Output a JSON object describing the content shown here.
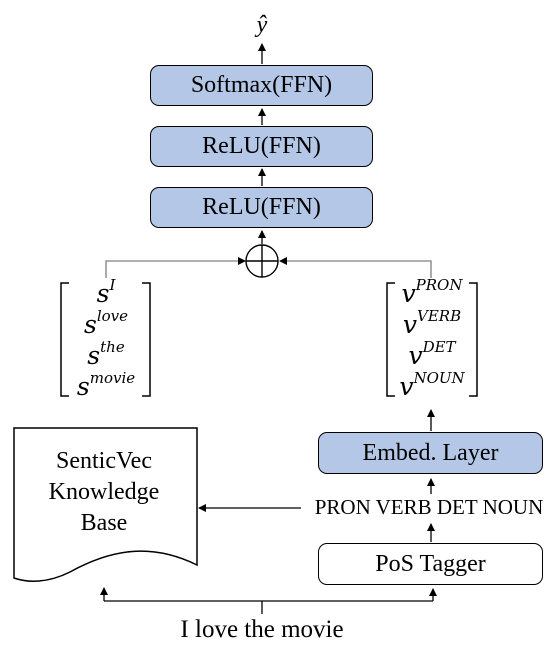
{
  "output_symbol": "ŷ",
  "layers": {
    "softmax": "Softmax(FFN)",
    "relu_top": "ReLU(FFN)",
    "relu_bottom": "ReLU(FFN)",
    "embed": "Embed. Layer",
    "pos_tagger": "PoS Tagger"
  },
  "knowledge_base": {
    "lines": [
      "SenticVec",
      "Knowledge",
      "Base"
    ]
  },
  "sentic_vector": [
    {
      "base": "s",
      "sup": "I"
    },
    {
      "base": "s",
      "sup": "love"
    },
    {
      "base": "s",
      "sup": "the"
    },
    {
      "base": "s",
      "sup": "movie"
    }
  ],
  "pos_vector": [
    {
      "base": "v",
      "sup": "PRON"
    },
    {
      "base": "v",
      "sup": "VERB"
    },
    {
      "base": "v",
      "sup": "DET"
    },
    {
      "base": "v",
      "sup": "NOUN"
    }
  ],
  "pos_tags_text": "PRON VERB DET NOUN",
  "input_sentence": "I love the movie",
  "colors": {
    "layer_fill": "#b4c7e7",
    "stroke": "#000000",
    "connector": "#808080"
  }
}
